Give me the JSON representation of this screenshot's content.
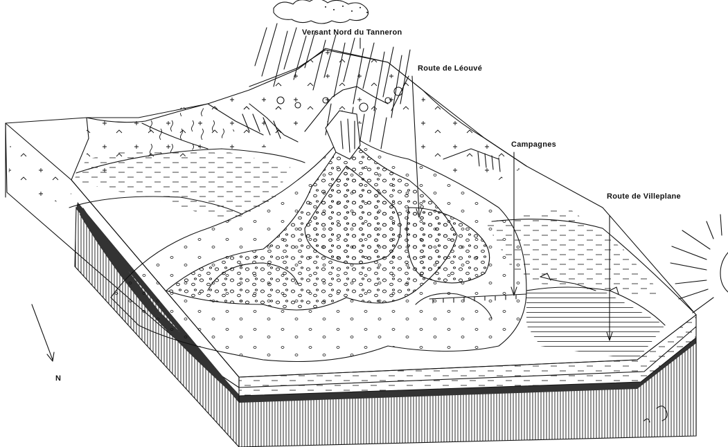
{
  "labels": {
    "versant": "Versant Nord du Tanneron",
    "leouve": "Route de Léouvé",
    "campagnes": "Campagnes",
    "villeplane": "Route de Villeplane",
    "north": "N"
  },
  "colors": {
    "ink": "#111111",
    "paper": "#ffffff",
    "dark_layer": "#333333"
  },
  "icons": [
    "rain-cloud-icon",
    "sun-icon",
    "north-arrow-icon"
  ]
}
